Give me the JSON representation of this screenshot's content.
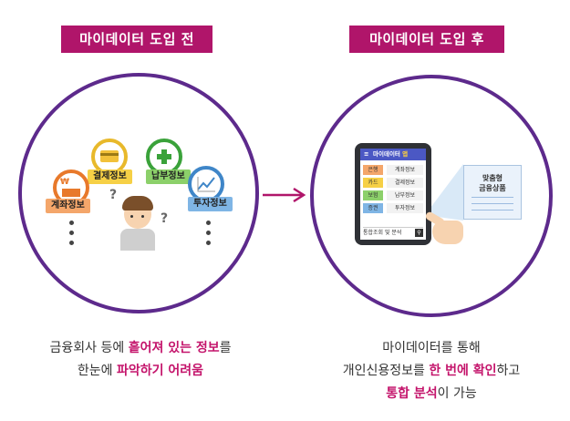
{
  "before": {
    "title": "마이데이터 도입 전",
    "nodes": {
      "account": "계좌정보",
      "payment": "결제정보",
      "tax": "납부정보",
      "invest": "투자정보"
    },
    "caption": {
      "line1_pre": "금융회사 등에 ",
      "line1_em": "흩어져 있는 정보",
      "line1_post": "를",
      "line2_pre": "한눈에 ",
      "line2_em": "파악하기 어려움"
    }
  },
  "after": {
    "title": "마이데이터 도입 후",
    "app": {
      "title": "마이데이터",
      "tag": "앱",
      "rows": [
        {
          "cat": "은행",
          "info": "계좌정보"
        },
        {
          "cat": "카드",
          "info": "결제정보"
        },
        {
          "cat": "보험",
          "info": "납부정보"
        },
        {
          "cat": "증권",
          "info": "투자정보"
        }
      ],
      "search_label": "통합조회 및 분석"
    },
    "doc_title": [
      "맞춤형",
      "금융상품"
    ],
    "caption": {
      "line1": "마이데이터를 통해",
      "line2_pre": "개인신용정보를 ",
      "line2_em": "한 번에 확인",
      "line2_post": "하고",
      "line3_em": "통합 분석",
      "line3_post": "이 가능"
    }
  },
  "colors": {
    "header_bg": "#b0156a",
    "circle": "#5d2a8c",
    "emphasis": "#c4146b",
    "account": "#e8792b",
    "payment": "#e8b92b",
    "tax": "#3aa23a",
    "invest": "#3f86c8"
  }
}
